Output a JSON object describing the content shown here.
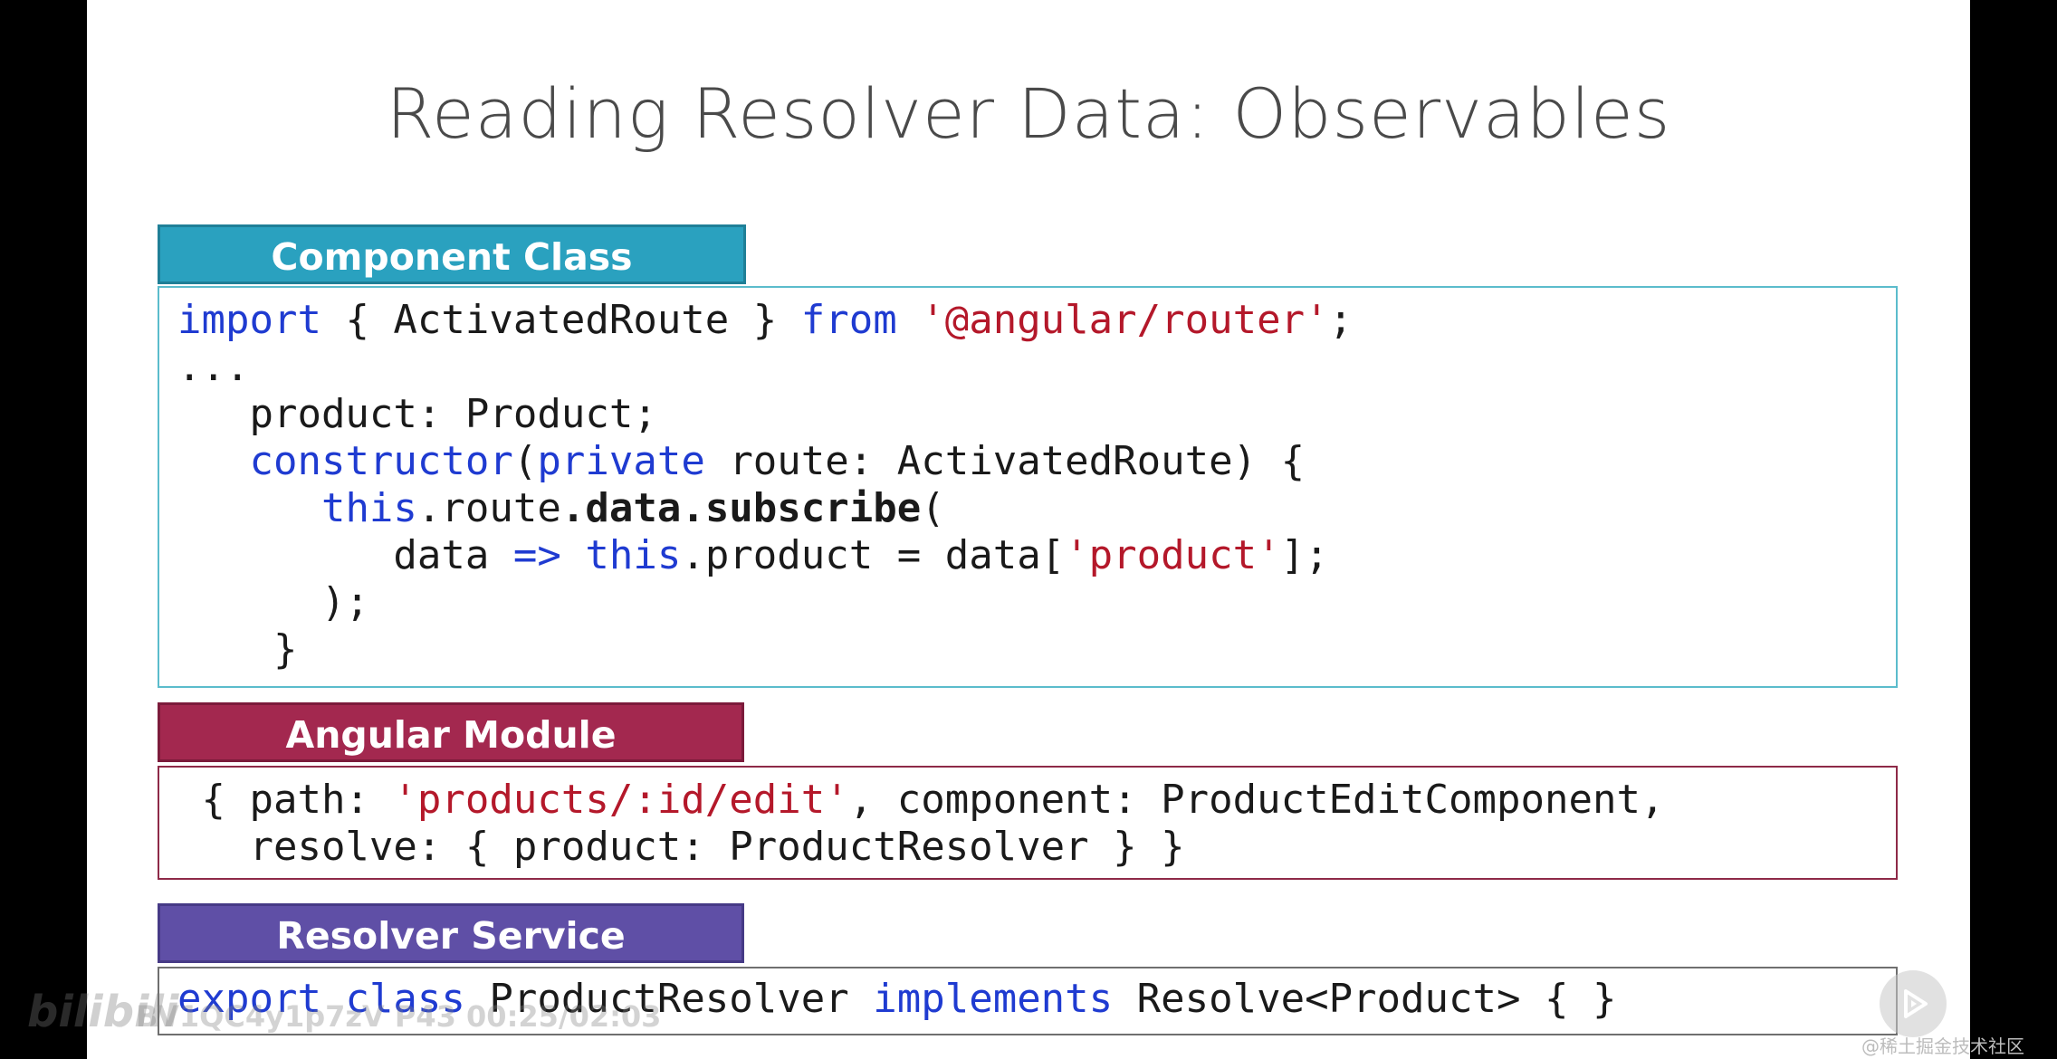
{
  "slide": {
    "title": "Reading Resolver Data: Observables"
  },
  "component_class": {
    "header": "Component Class",
    "lines": [
      [
        {
          "t": "import",
          "c": "kw"
        },
        {
          "t": " { ActivatedRoute } "
        },
        {
          "t": "from",
          "c": "kw"
        },
        {
          "t": " "
        },
        {
          "t": "'@angular/router'",
          "c": "str"
        },
        {
          "t": ";"
        }
      ],
      [
        {
          "t": "..."
        }
      ],
      [
        {
          "t": "   product: Product;"
        }
      ],
      [
        {
          "t": "   "
        },
        {
          "t": "constructor",
          "c": "kw"
        },
        {
          "t": "("
        },
        {
          "t": "private",
          "c": "kw"
        },
        {
          "t": " route: ActivatedRoute) {"
        }
      ],
      [
        {
          "t": "      "
        },
        {
          "t": "this",
          "c": "kw"
        },
        {
          "t": ".route"
        },
        {
          "t": ".data.subscribe",
          "c": "bold"
        },
        {
          "t": "("
        }
      ],
      [
        {
          "t": "         data "
        },
        {
          "t": "=>",
          "c": "kw"
        },
        {
          "t": " "
        },
        {
          "t": "this",
          "c": "kw"
        },
        {
          "t": ".product = data["
        },
        {
          "t": "'product'",
          "c": "str"
        },
        {
          "t": "];"
        }
      ],
      [
        {
          "t": "      );"
        }
      ],
      [
        {
          "t": "    }"
        }
      ]
    ]
  },
  "angular_module": {
    "header": "Angular Module",
    "lines": [
      [
        {
          "t": " { path: "
        },
        {
          "t": "'products/:id/edit'",
          "c": "str"
        },
        {
          "t": ", component: ProductEditComponent,"
        }
      ],
      [
        {
          "t": "   resolve: { product: ProductResolver } }"
        }
      ]
    ]
  },
  "resolver_service": {
    "header": "Resolver Service",
    "lines": [
      [
        {
          "t": "export",
          "c": "kw"
        },
        {
          "t": " "
        },
        {
          "t": "class",
          "c": "kw"
        },
        {
          "t": " ProductResolver "
        },
        {
          "t": "implements",
          "c": "kw"
        },
        {
          "t": " Resolve<Product> { }"
        }
      ]
    ]
  },
  "player": {
    "logo": "bilibili",
    "video_info": "BV1QC4y1p7zV P43 00:25/02:03",
    "watermark": "@稀土掘金技术社区",
    "play_icon": "play-icon"
  },
  "colors": {
    "keyword": "#1f3bd1",
    "string": "#b4182a",
    "component_tab": "#2aa1bf",
    "module_tab": "#a3284f",
    "service_tab": "#5f4fa6"
  }
}
